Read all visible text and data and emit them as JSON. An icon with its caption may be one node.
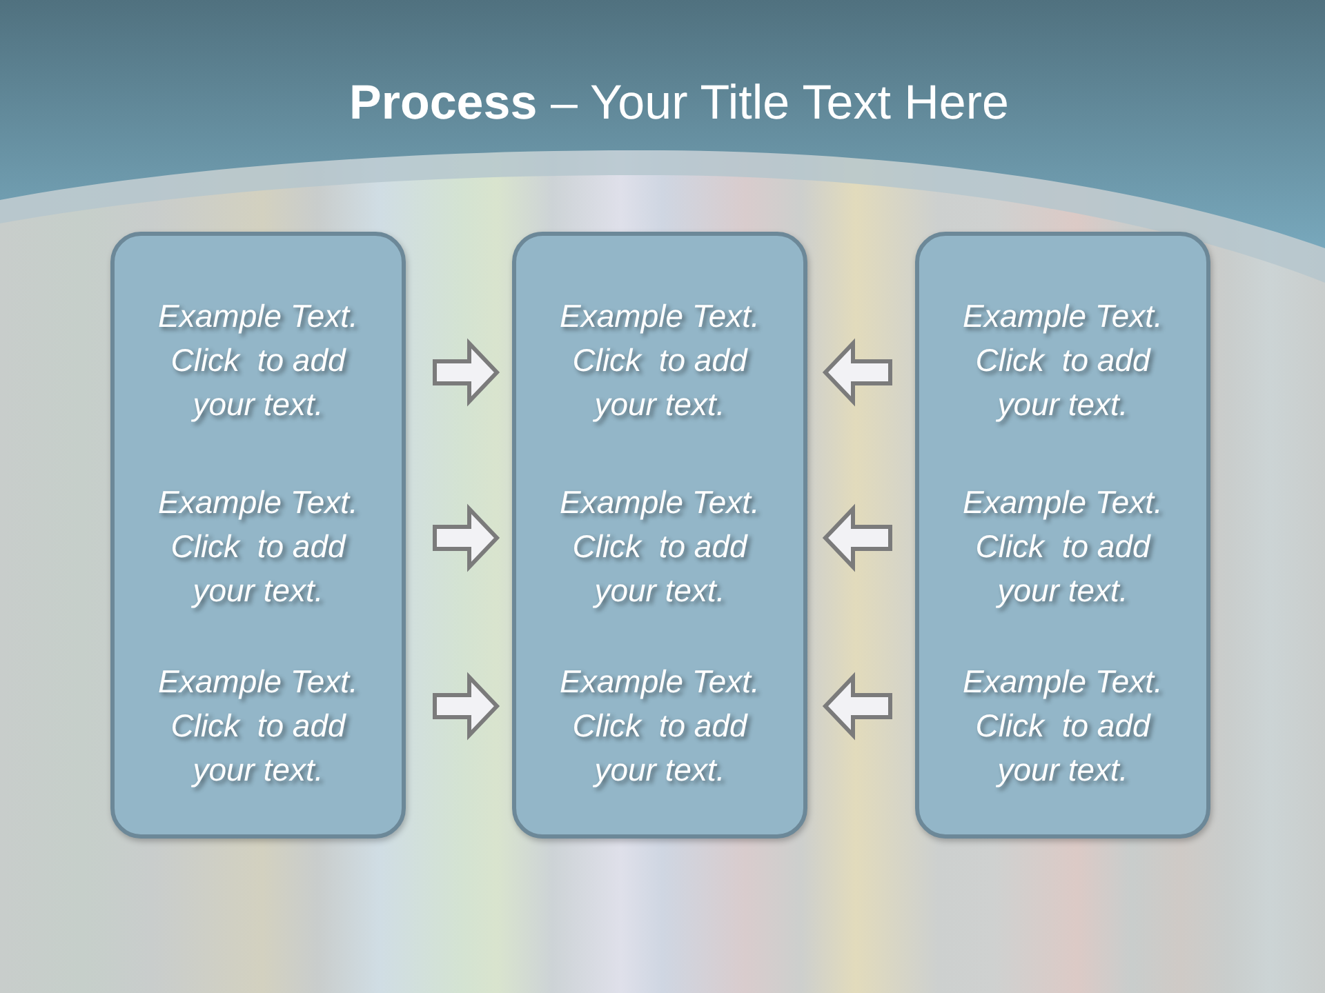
{
  "diagram": {
    "title": "**Process** – Your Title Text Here",
    "nodes": [
      {
        "text": [
          "Example Text. Click  to add your text.",
          "Example Text. Click  to add your text.",
          "Example Text. Click  to add your text."
        ]
      },
      {
        "text": [
          "Example Text. Click  to add your text.",
          "Example Text. Click  to add your text.",
          "Example Text. Click  to add your text."
        ]
      },
      {
        "text": [
          "Example Text. Click  to add your text.",
          "Example Text. Click  to add your text.",
          "Example Text. Click  to add your text."
        ]
      }
    ],
    "edges": [
      {
        "from": 0,
        "to": 1,
        "arrow": "to"
      },
      {
        "from": 0,
        "to": 1,
        "arrow": "to"
      },
      {
        "from": 0,
        "to": 1,
        "arrow": "to"
      },
      {
        "from": 2,
        "to": 1,
        "arrow": "to"
      },
      {
        "from": 2,
        "to": 1,
        "arrow": "to"
      },
      {
        "from": 2,
        "to": 1,
        "arrow": "to"
      }
    ]
  }
}
